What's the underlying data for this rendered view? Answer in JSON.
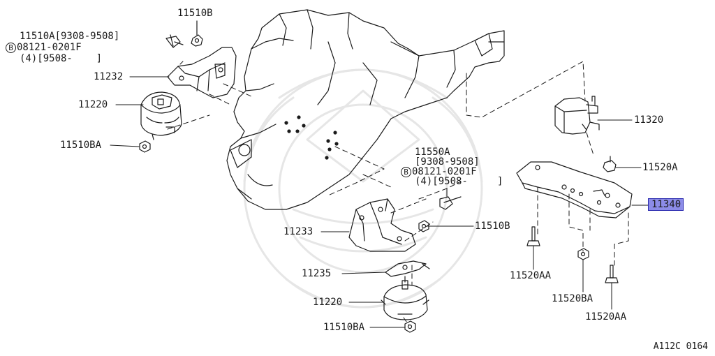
{
  "colors": {
    "line": "#1a1a1a",
    "highlight": "#8c8ce8",
    "watermark": "#e6e6e6"
  },
  "labels": {
    "p11510B_top": "11510B",
    "p11510A_top": "11510A[9308-9508]",
    "b_top_code": "08121-0201F",
    "b_top_qty": "(4)[9508-    ]",
    "p11232": "11232",
    "p11220_top": "11220",
    "p11510BA_top": "11510BA",
    "p11550A": "11550A",
    "p11550A_date": "[9308-9508]",
    "b_mid_code": "08121-0201F",
    "b_mid_qty": "(4)[9508-     ]",
    "p11233": "11233",
    "p11510B_mid": "11510B",
    "p11235": "11235",
    "p11220_bottom": "11220",
    "p11510BA_bottom": "11510BA",
    "p11320": "11320",
    "p11520A": "11520A",
    "p11340": "11340",
    "p11520AA_left": "11520AA",
    "p11520BA": "11520BA",
    "p11520AA_right": "11520AA",
    "b_symbol": "B",
    "diagram_ref": "A112C 0164"
  }
}
